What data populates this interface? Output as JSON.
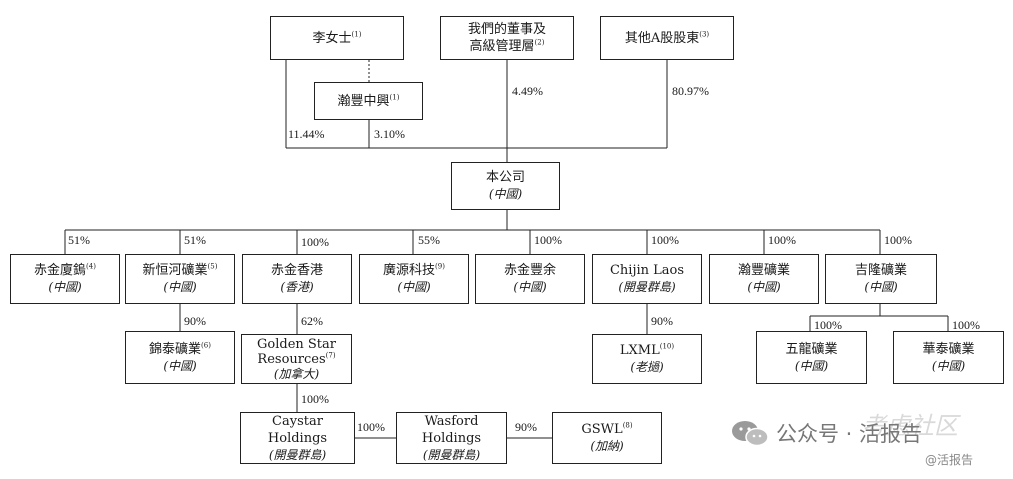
{
  "nodes": {
    "li": {
      "label": "李女士",
      "note": "(1)"
    },
    "directors": {
      "label1": "我們的董事及",
      "label2": "高級管理層",
      "note": "(2)"
    },
    "other_a": {
      "label": "其他A股股東",
      "note": "(3)"
    },
    "hanfeng_zx": {
      "label": "瀚豐中興",
      "note": "(1)"
    },
    "company": {
      "label": "本公司",
      "sub": "(中國)"
    },
    "ch_xiamen": {
      "label": "赤金廈鎢",
      "note": "(4)",
      "sub": "(中國)"
    },
    "xinhenghe": {
      "label": "新恒河礦業",
      "note": "(5)",
      "sub": "(中國)"
    },
    "ch_hk": {
      "label": "赤金香港",
      "sub": "(香港)"
    },
    "guangyuan": {
      "label": "廣源科技",
      "note": "(9)",
      "sub": "(中國)"
    },
    "ch_fengyu": {
      "label": "赤金豐余",
      "sub": "(中國)"
    },
    "chijin_laos": {
      "label": "Chijin Laos",
      "sub": "(開曼群島)"
    },
    "hanfeng_ky": {
      "label": "瀚豐礦業",
      "sub": "(中國)"
    },
    "jilong": {
      "label": "吉隆礦業",
      "sub": "(中國)"
    },
    "jintai": {
      "label": "錦泰礦業",
      "note": "(6)",
      "sub": "(中國)"
    },
    "golden_star": {
      "label1": "Golden Star",
      "label2": "Resources",
      "note": "(7)",
      "sub": "(加拿大)"
    },
    "lxml": {
      "label": "LXML",
      "note": "(10)",
      "sub": "(老撾)"
    },
    "wulong": {
      "label": "五龍礦業",
      "sub": "(中國)"
    },
    "huatai": {
      "label": "華泰礦業",
      "sub": "(中國)"
    },
    "caystar": {
      "label": "Caystar Holdings",
      "sub": "(開曼群島)"
    },
    "wasford": {
      "label": "Wasford Holdings",
      "sub": "(開曼群島)"
    },
    "gswl": {
      "label": "GSWL",
      "note": "(8)",
      "sub": "(加納)"
    }
  },
  "percentages": {
    "li_company": "11.44%",
    "hanfeng_company": "3.10%",
    "directors_company": "4.49%",
    "other_company": "80.97%",
    "ch_xiamen": "51%",
    "xinhenghe": "51%",
    "ch_hk": "100%",
    "guangyuan": "55%",
    "ch_fengyu": "100%",
    "chijin_laos": "100%",
    "hanfeng_ky": "100%",
    "jilong": "100%",
    "jintai": "90%",
    "golden_star": "62%",
    "lxml": "90%",
    "wulong": "100%",
    "huatai": "100%",
    "caystar": "100%",
    "wasford": "100%",
    "gswl": "90%"
  },
  "watermark": {
    "text": "公众号 · 活报告",
    "faded": "考虑社区",
    "small": "@活报告"
  }
}
